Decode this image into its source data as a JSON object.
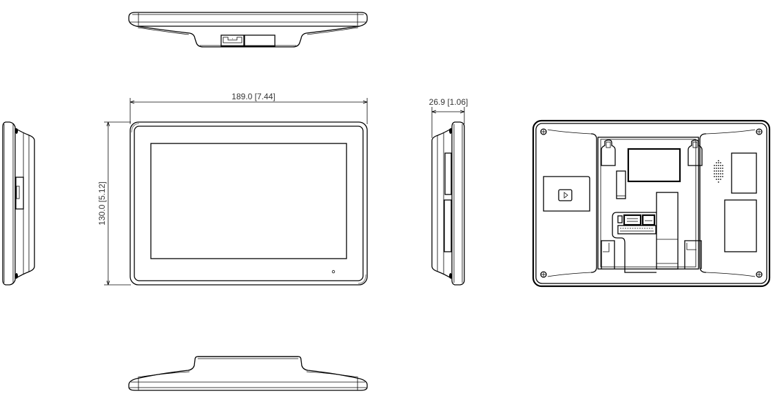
{
  "drawing": {
    "type": "technical dimension drawing",
    "views": [
      "top-view",
      "left-side-view",
      "front-view",
      "right-side-view",
      "rear-view",
      "bottom-view"
    ]
  },
  "dimensions": {
    "width": {
      "mm": "189.0",
      "in": "[7.44]",
      "label": "189.0  [7.44]"
    },
    "height": {
      "mm": "130.0",
      "in": "[5.12]",
      "label": "130.0  [5.12]"
    },
    "depth": {
      "mm": "26.9",
      "in": "[1.06]",
      "label": "26.9  [1.06]"
    }
  },
  "colors": {
    "line": "#000000",
    "text": "#333333",
    "background": "#ffffff"
  }
}
